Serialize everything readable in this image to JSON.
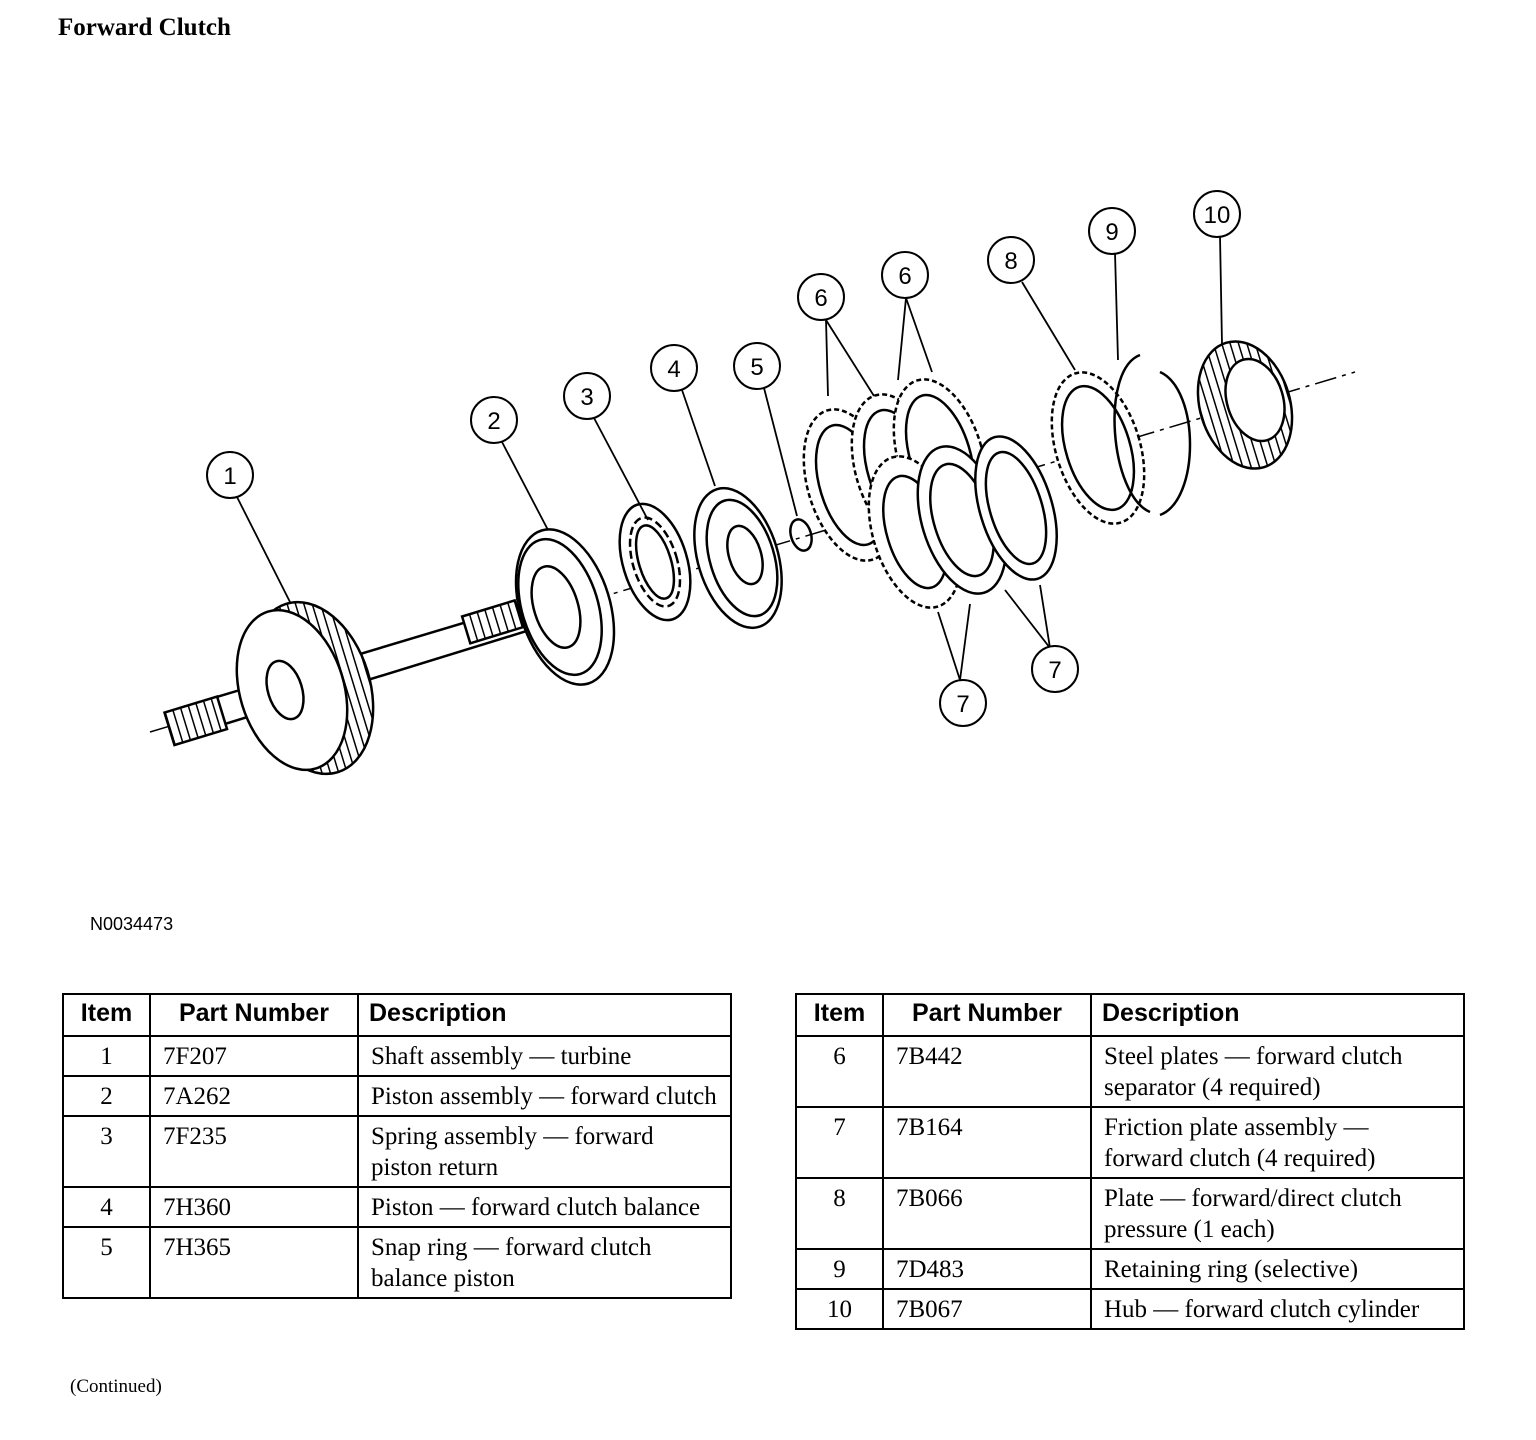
{
  "title": "Forward Clutch",
  "figure_id": "N0034473",
  "callouts": [
    "1",
    "2",
    "3",
    "4",
    "5",
    "6",
    "6",
    "7",
    "7",
    "8",
    "9",
    "10"
  ],
  "table": {
    "headers": {
      "item": "Item",
      "part_number": "Part Number",
      "description": "Description"
    },
    "left_rows": [
      {
        "item": "1",
        "part": "7F207",
        "desc": "Shaft assembly — turbine"
      },
      {
        "item": "2",
        "part": "7A262",
        "desc": "Piston assembly — forward clutch"
      },
      {
        "item": "3",
        "part": "7F235",
        "desc": "Spring assembly — forward piston return"
      },
      {
        "item": "4",
        "part": "7H360",
        "desc": "Piston — forward clutch balance"
      },
      {
        "item": "5",
        "part": "7H365",
        "desc": "Snap ring — forward clutch balance piston"
      }
    ],
    "right_rows": [
      {
        "item": "6",
        "part": "7B442",
        "desc": "Steel plates — forward clutch separator (4 required)"
      },
      {
        "item": "7",
        "part": "7B164",
        "desc": "Friction plate assembly — forward clutch (4 required)"
      },
      {
        "item": "8",
        "part": "7B066",
        "desc": "Plate — forward/direct clutch pressure (1 each)"
      },
      {
        "item": "9",
        "part": "7D483",
        "desc": "Retaining ring (selective)"
      },
      {
        "item": "10",
        "part": "7B067",
        "desc": "Hub — forward clutch cylinder"
      }
    ]
  },
  "footer": "(Continued)"
}
